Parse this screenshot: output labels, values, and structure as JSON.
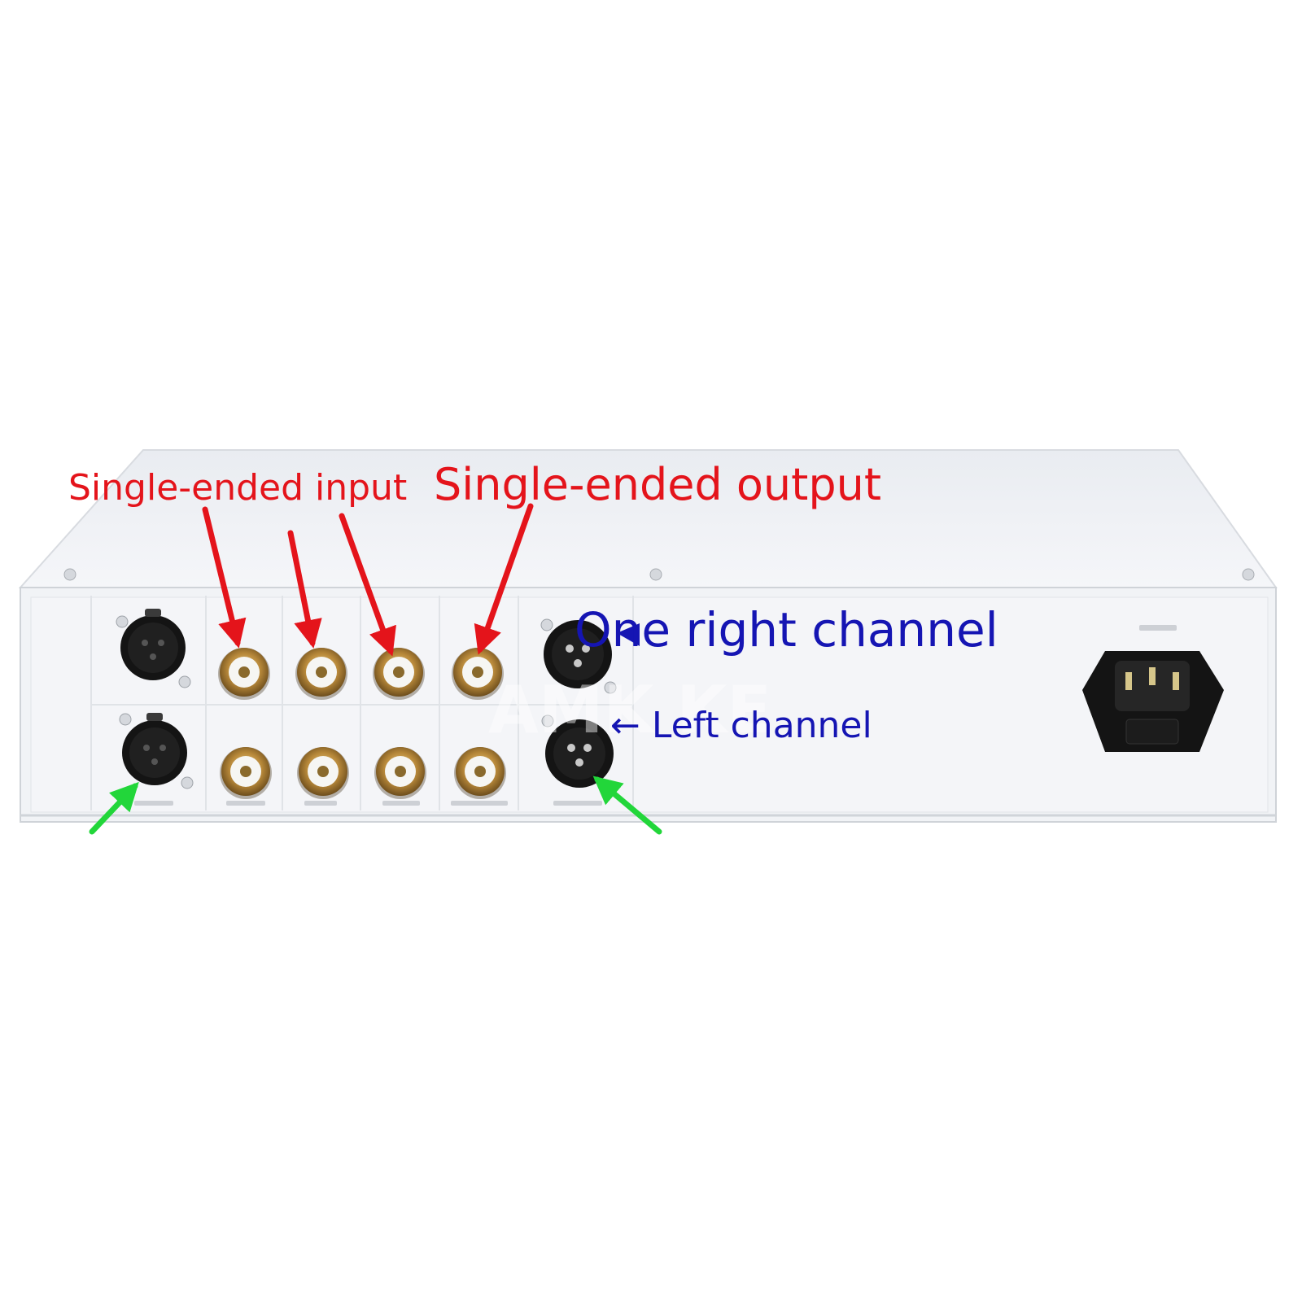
{
  "annotations": {
    "single_ended_input": "Single-ended input",
    "single_ended_output": "Single-ended output",
    "right_channel": "One right channel",
    "left_channel": "← Left channel"
  },
  "watermark": "AMK KE",
  "colors": {
    "annotation_red": "#e4141b",
    "annotation_blue": "#1515b3",
    "annotation_green": "#22d63a",
    "panel": "#f1f3f6",
    "connector_gold": "#b8893a",
    "connector_black": "#141414"
  },
  "icons": [
    "xlr-female-jack",
    "rca-jack",
    "xlr-male-jack",
    "iec-power-inlet",
    "red-arrow",
    "green-arrow"
  ]
}
